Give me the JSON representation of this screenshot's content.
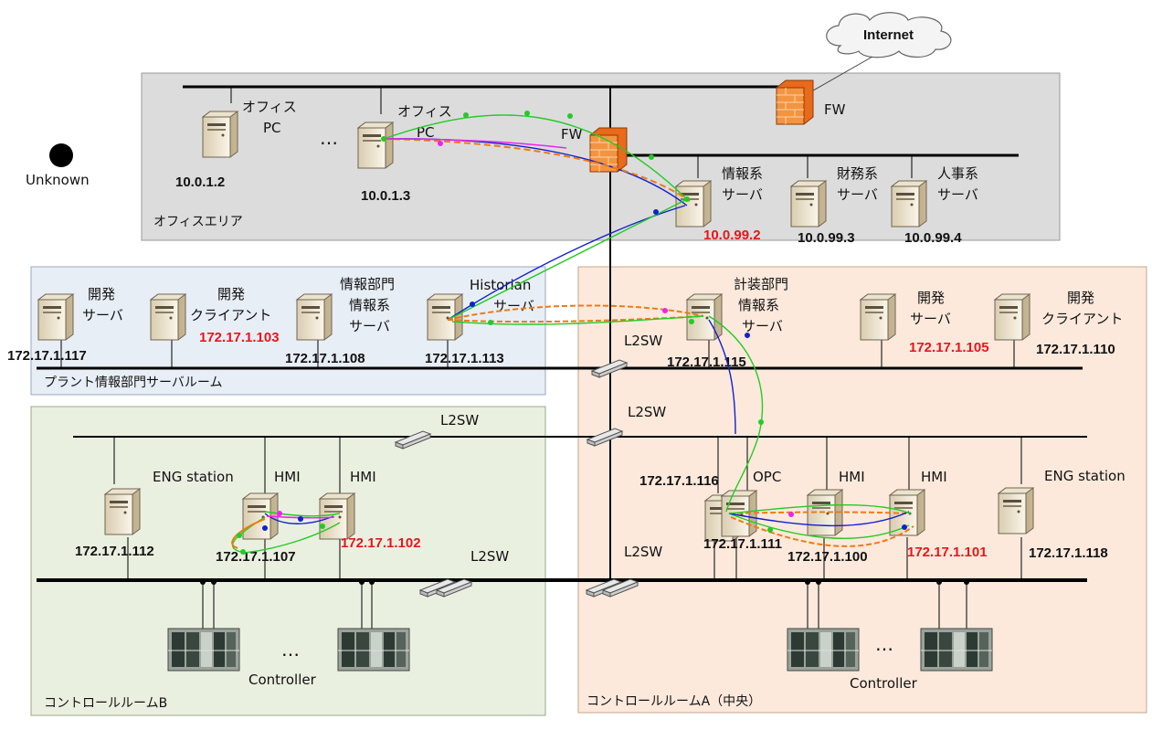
{
  "legend": {
    "unknown_label": "Unknown",
    "unknown_color": "#000000"
  },
  "internet": {
    "label": "Internet"
  },
  "firewalls": {
    "fw_outer": "FW",
    "fw_inner": "FW"
  },
  "zones": {
    "office": {
      "label": "オフィスエリア",
      "color": "#dcdcdc"
    },
    "plant_it": {
      "label": "プラント情報部門サーバルーム",
      "color": "#e8eef6"
    },
    "control_b": {
      "label": "コントロールルームB",
      "color": "#eaf0e0"
    },
    "control_a": {
      "label": "コントロールルームA（中央）",
      "color": "#fce9dc"
    }
  },
  "office": {
    "pc1": {
      "name_l1": "オフィス",
      "name_l2": "PC",
      "ip": "10.0.1.2"
    },
    "ellipsis": "…",
    "pc2": {
      "name_l1": "オフィス",
      "name_l2": "PC",
      "ip": "10.0.1.3"
    },
    "info_server": {
      "name_l1": "情報系",
      "name_l2": "サーバ",
      "ip": "10.0.99.2"
    },
    "finance_server": {
      "name_l1": "財務系",
      "name_l2": "サーバ",
      "ip": "10.0.99.3"
    },
    "hr_server": {
      "name_l1": "人事系",
      "name_l2": "サーバ",
      "ip": "10.0.99.4"
    }
  },
  "plant_it": {
    "dev_server": {
      "name_l1": "開発",
      "name_l2": "サーバ",
      "ip": "172.17.1.117"
    },
    "dev_client": {
      "name_l1": "開発",
      "name_l2": "クライアント",
      "ip": "172.17.1.103"
    },
    "it_server": {
      "name_l1": "情報部門",
      "name_l2": "情報系",
      "name_l3": "サーバ",
      "ip": "172.17.1.108"
    },
    "historian": {
      "name_l1": "Historian",
      "name_l2": "サーバ",
      "ip": "172.17.1.113"
    }
  },
  "instrument": {
    "server": {
      "name_l1": "計装部門",
      "name_l2": "情報系",
      "name_l3": "サーバ",
      "ip": "172.17.1.115"
    },
    "dev_server": {
      "name_l1": "開発",
      "name_l2": "サーバ",
      "ip": "172.17.1.105"
    },
    "dev_client": {
      "name_l1": "開発",
      "name_l2": "クライアント",
      "ip": "172.17.1.110"
    }
  },
  "switches": {
    "sw1": "L2SW",
    "sw2": "L2SW",
    "sw3": "L2SW",
    "sw4": "L2SW",
    "sw5": "L2SW"
  },
  "control_b": {
    "eng": {
      "name": "ENG station",
      "ip": "172.17.1.112"
    },
    "hmi1": {
      "name": "HMI",
      "ip": "172.17.1.107"
    },
    "hmi2": {
      "name": "HMI",
      "ip": "172.17.1.102"
    },
    "controller_label": "Controller",
    "ellipsis": "…"
  },
  "control_a": {
    "opc": {
      "name": "OPC",
      "ip_a": "172.17.1.116",
      "ip_b": "172.17.1.111"
    },
    "hmi1": {
      "name": "HMI",
      "ip": "172.17.1.100"
    },
    "hmi2": {
      "name": "HMI",
      "ip": "172.17.1.101"
    },
    "eng": {
      "name": "ENG station",
      "ip": "172.17.1.118"
    },
    "controller_label": "Controller",
    "ellipsis": "…"
  },
  "flow_colors": {
    "green": "#22cc22",
    "orange": "#f07a10",
    "blue": "#1020d0",
    "magenta": "#ee22ee"
  }
}
